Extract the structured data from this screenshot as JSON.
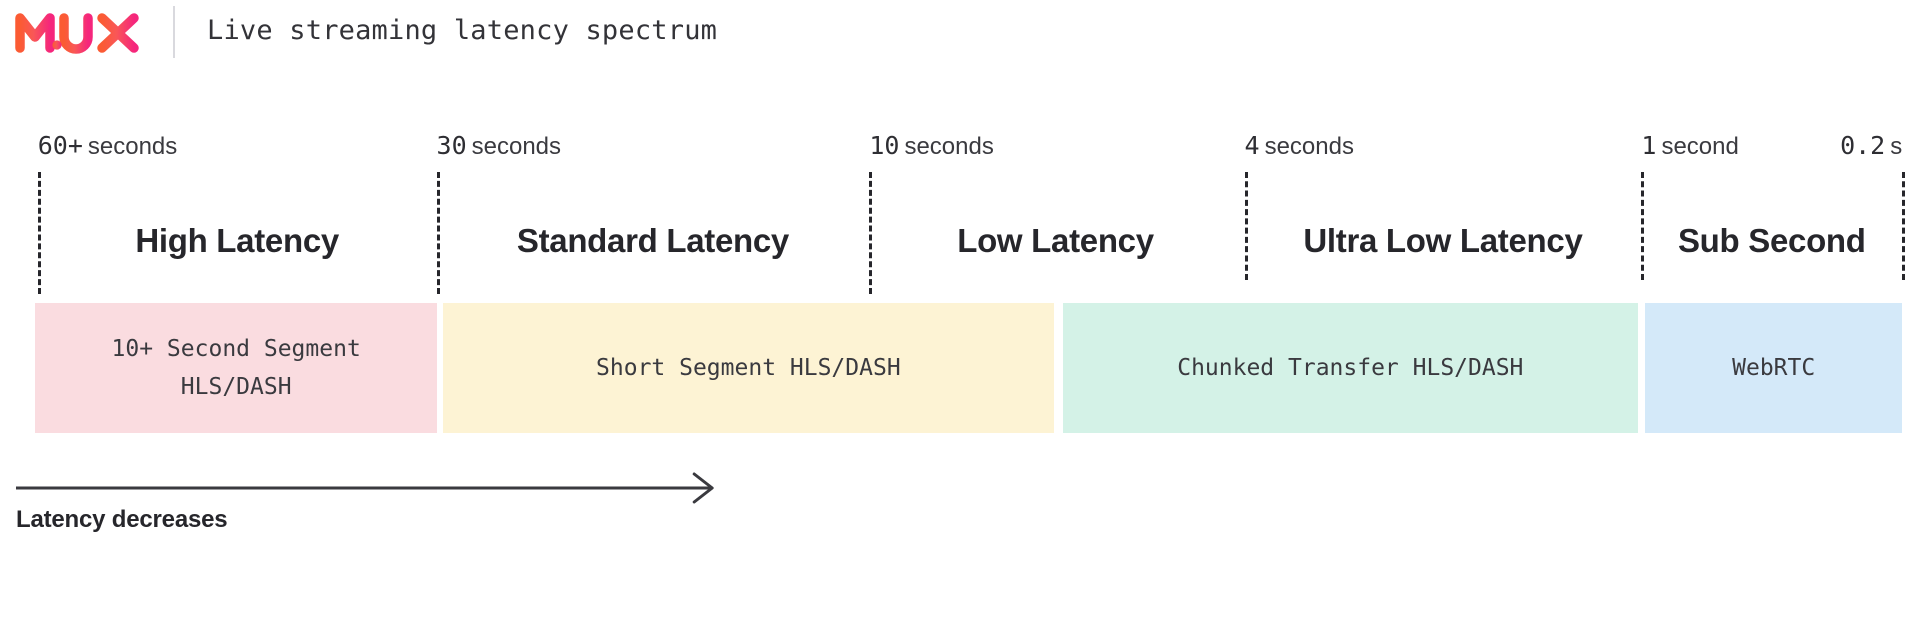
{
  "header": {
    "logo_alt": "MUX",
    "logo_gradient_from": "#fb5b33",
    "logo_gradient_to": "#f5267c",
    "title": "Live streaming latency spectrum"
  },
  "chart_data": {
    "type": "table",
    "title": "Live streaming latency spectrum",
    "xlabel": "Latency decreases",
    "ylabel": "",
    "grid": false,
    "legend": "none",
    "axis_ticks": [
      {
        "number": "60+",
        "unit": "seconds",
        "x_pct": 1.15,
        "align": "left"
      },
      {
        "number": "30",
        "unit": "seconds",
        "x_pct": 22.25,
        "align": "left"
      },
      {
        "number": "10",
        "unit": "seconds",
        "x_pct": 45.15,
        "align": "left"
      },
      {
        "number": "4",
        "unit": "seconds",
        "x_pct": 65.0,
        "align": "left"
      },
      {
        "number": "1",
        "unit": "second",
        "x_pct": 86.0,
        "align": "left"
      },
      {
        "number": "0.2",
        "unit": "s",
        "x_pct": 99.8,
        "align": "right"
      }
    ],
    "dividers_x_pct": [
      1.15,
      22.25,
      45.15,
      65.0,
      86.0,
      99.8
    ],
    "categories": [
      {
        "label": "High Latency",
        "center_pct": 11.7
      },
      {
        "label": "Standard Latency",
        "center_pct": 33.7
      },
      {
        "label": "Low Latency",
        "center_pct": 55.0
      },
      {
        "label": "Ultra Low Latency",
        "center_pct": 75.5
      },
      {
        "label": "Sub Second",
        "center_pct": 92.9
      }
    ],
    "bands": [
      {
        "name": "high-latency-band",
        "label": "10+ Second Segment\nHLS/DASH",
        "color": "#fadce0",
        "left_pct": 1.0,
        "width_pct": 21.3
      },
      {
        "name": "standard-latency-band",
        "label": "Short Segment HLS/DASH",
        "color": "#fdf3d4",
        "left_pct": 22.6,
        "width_pct": 32.3
      },
      {
        "name": "low-and-ultra-low-latency-band",
        "label": "Chunked Transfer HLS/DASH",
        "color": "#d4f2e7",
        "left_pct": 55.4,
        "width_pct": 30.4
      },
      {
        "name": "sub-second-band",
        "label": "WebRTC",
        "color": "#d4e9f9",
        "left_pct": 86.2,
        "width_pct": 13.6
      }
    ],
    "direction_arrow": {
      "caption": "Latency decreases",
      "from_pct": 0.0,
      "to_pct": 38.0
    }
  }
}
